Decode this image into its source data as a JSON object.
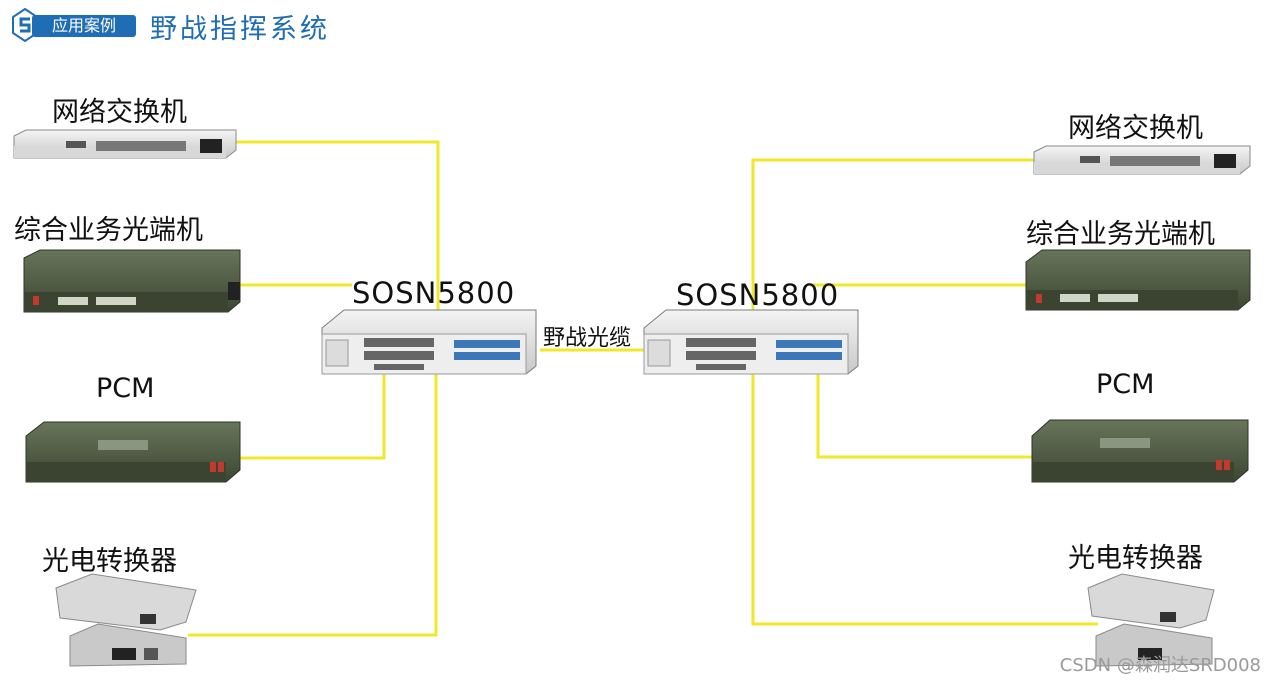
{
  "header": {
    "badge_label": "应用案例",
    "title": "野战指挥系统"
  },
  "left": {
    "switch_label": "网络交换机",
    "terminal_label": "综合业务光端机",
    "pcm_label": "PCM",
    "converter_label": "光电转换器",
    "node_label": "SOSN5800"
  },
  "right": {
    "switch_label": "网络交换机",
    "terminal_label": "综合业务光端机",
    "pcm_label": "PCM",
    "converter_label": "光电转换器",
    "node_label": "SOSN5800"
  },
  "link_label": "野战光缆",
  "watermark": "CSDN @森润达SRD008",
  "colors": {
    "brand": "#1f6db4",
    "cable": "#f2e82b",
    "military_green": "#4d5a42"
  }
}
